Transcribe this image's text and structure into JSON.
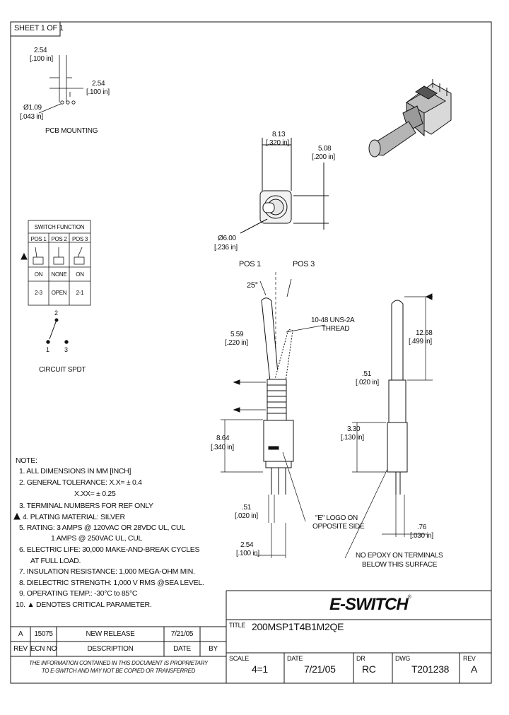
{
  "sheet": "SHEET 1 OF 1",
  "pcb": {
    "dim_a_mm": "2.54",
    "dim_a_in": "[.100 in]",
    "dim_b_mm": "2.54",
    "dim_b_in": "[.100 in]",
    "hole_mm": "Ø1.09",
    "hole_in": "[.043 in]",
    "label": "PCB MOUNTING"
  },
  "top_view": {
    "width_mm": "8.13",
    "width_in": "[.320 in]",
    "height_mm": "5.08",
    "height_in": "[.200 in]",
    "dia_mm": "Ø6.00",
    "dia_in": "[.236 in]"
  },
  "switch_function": {
    "title": "SWITCH FUNCTION",
    "headers": [
      "POS 1",
      "POS 2",
      "POS 3"
    ],
    "states": [
      "ON",
      "NONE",
      "ON"
    ],
    "terminals": [
      "2-3",
      "OPEN",
      "2-1"
    ]
  },
  "circuit": {
    "pin_top": "2",
    "pin_left": "1",
    "pin_right": "3",
    "label": "CIRCUIT SPDT"
  },
  "front_view": {
    "pos1": "POS 1",
    "pos3": "POS 3",
    "angle": "25°",
    "thread_1": "10-48 UNS-2A",
    "thread_2": "THREAD",
    "lever_mm": "5.59",
    "lever_in": "[.220 in]",
    "body_mm": "8.64",
    "body_in": "[.340 in]",
    "term_w_mm": ".51",
    "term_w_in": "[.020 in]",
    "pitch_mm": "2.54",
    "pitch_in": "[.100 in]",
    "logo_1": "\"E\" LOGO ON",
    "logo_2": "OPPOSITE SIDE"
  },
  "side_view": {
    "len_mm": "12.68",
    "len_in": "[.499 in]",
    "w_mm": ".51",
    "w_in": "[.020 in]",
    "h_mm": "3.30",
    "h_in": "[.130 in]",
    "t_mm": ".76",
    "t_in": "[.030 in]",
    "epoxy_1": "NO EPOXY ON TERMINALS",
    "epoxy_2": "BELOW THIS SURFACE"
  },
  "notes": [
    "NOTE:",
    "1. ALL DIMENSIONS IN MM [INCH]",
    "2. GENERAL TOLERANCE: X.X= ± 0.4",
    "X.XX= ± 0.25",
    "3. TERMINAL NUMBERS FOR REF ONLY",
    "4. PLATING MATERIAL: SILVER",
    "5. RATING: 3 AMPS @ 120VAC OR 28VDC UL, CUL",
    "1 AMPS @ 250VAC UL, CUL",
    "6. ELECTRIC LIFE: 30,000 MAKE-AND-BREAK CYCLES",
    "AT FULL LOAD.",
    "7. INSULATION RESISTANCE: 1,000 MEGA-OHM MIN.",
    "8. DIELECTRIC STRENGTH: 1,000 V RMS @SEA LEVEL.",
    "9. OPERATING TEMP.: -30°C to 85°C",
    "10. ▲ DENOTES CRITICAL PARAMETER."
  ],
  "revision": {
    "rev": "A",
    "ecn": "15075",
    "desc": "NEW RELEASE",
    "date": "7/21/05",
    "by": "",
    "h_rev": "REV",
    "h_ecn": "ECN NO",
    "h_desc": "DESCRIPTION",
    "h_date": "DATE",
    "h_by": "BY"
  },
  "proprietary_1": "THE INFORMATION CONTAINED IN THIS DOCUMENT IS PROPRIETARY",
  "proprietary_2": "TO E-SWITCH AND MAY NOT BE COPIED OR TRANSFERRED",
  "title_block": {
    "brand": "E-SWITCH",
    "brand_mark": "®",
    "title_label": "TITLE",
    "title": "200MSP1T4B1M2QE",
    "scale_label": "SCALE",
    "scale": "4=1",
    "date_label": "DATE",
    "date": "7/21/05",
    "dr_label": "DR",
    "dr": "RC",
    "dwg_label": "DWG",
    "dwg": "T201238",
    "rev_label": "REV",
    "rev": "A"
  }
}
